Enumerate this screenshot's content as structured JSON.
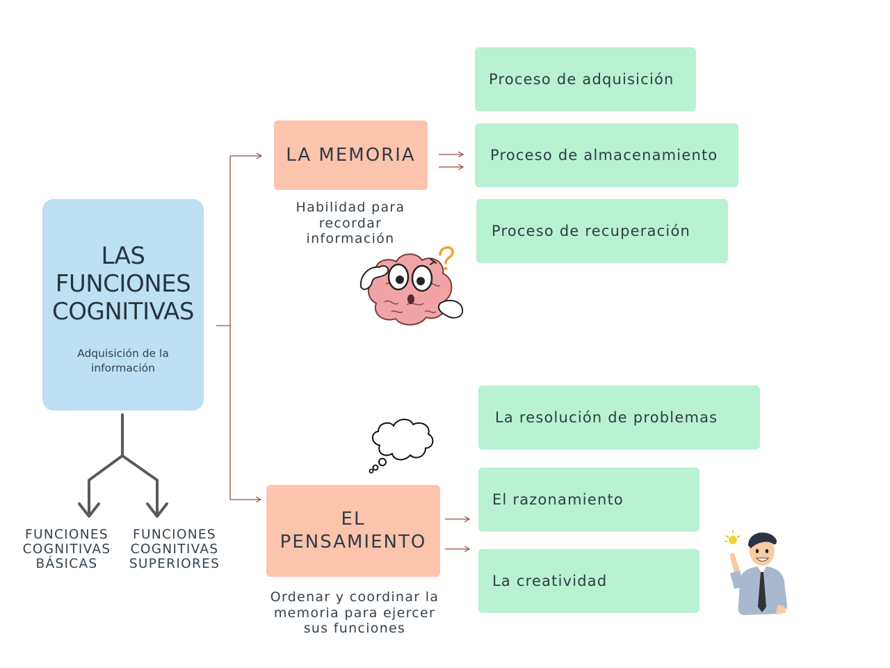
{
  "main": {
    "title_lines": [
      "LAS",
      "FUNCIONES",
      "COGNITIVAS"
    ],
    "subtitle": "Adquisición de la información"
  },
  "memoria": {
    "title": "LA MEMORIA",
    "description": "Habilidad para recordar información",
    "items": [
      "Proceso de adquisición",
      "Proceso de almacenamiento",
      "Proceso de recuperación"
    ]
  },
  "pensamiento": {
    "title_lines": [
      "EL",
      "PENSAMIENTO"
    ],
    "description": "Ordenar y coordinar la memoria para ejercer sus funciones",
    "items": [
      "La resolución de problemas",
      "El razonamiento",
      "La creatividad"
    ]
  },
  "types": {
    "basic": "FUNCIONES COGNITIVAS BÁSICAS",
    "superior": "FUNCIONES COGNITIVAS SUPERIORES"
  },
  "icons": {
    "brain": "confused-brain-icon",
    "cloud": "thought-cloud-icon",
    "person": "idea-person-icon",
    "arrow": "arrow-right-icon"
  },
  "colors": {
    "main_box": "#bde0f4",
    "orange_box": "#fcc4ad",
    "green_box": "#b8f2d2",
    "connector": "#9a4b3e",
    "fork": "#555555"
  }
}
